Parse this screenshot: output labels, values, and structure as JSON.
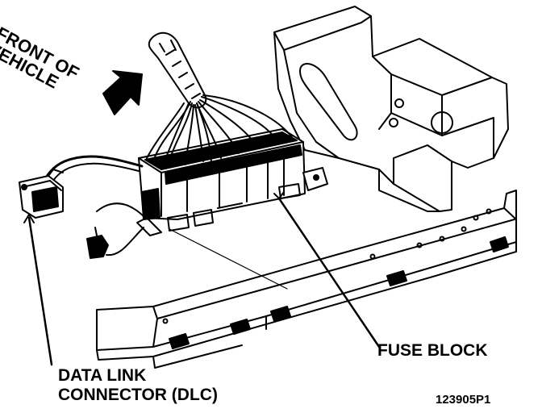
{
  "labels": {
    "front_of_vehicle_line1": "FRONT OF",
    "front_of_vehicle_line2": "VEHICLE",
    "fuse_block": "FUSE BLOCK",
    "dlc_line1": "DATA LINK",
    "dlc_line2": "CONNECTOR (DLC)",
    "figure_code": "123905P1"
  },
  "colors": {
    "ink": "#000000",
    "paper": "#ffffff"
  },
  "icons": {
    "direction": "front-arrow-icon"
  }
}
